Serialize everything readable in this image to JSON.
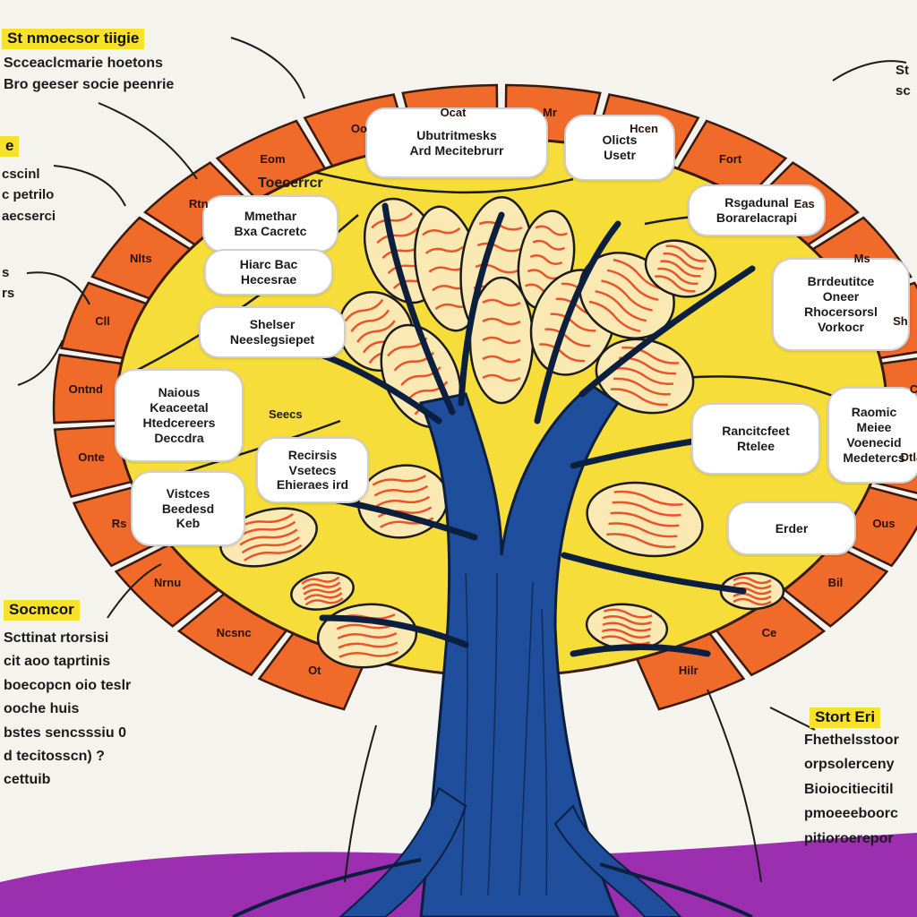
{
  "colors": {
    "background": "#f4f3ee",
    "ring_orange": "#f06a2a",
    "ring_outline": "#3a1a0c",
    "canopy_yellow": "#f6dd3a",
    "trunk_blue": "#1e4e9c",
    "trunk_dark": "#0d1f3f",
    "leaf_cream": "#fbe9b4",
    "leaf_vein": "#e8552a",
    "ground_purple": "#9b2fb0",
    "label_yellow": "#f7e12a"
  },
  "ring_labels": [
    "Ot",
    "Ncsnc",
    "Nrnu",
    "Rs",
    "Onte",
    "Ontnd",
    "Cll",
    "Nlts",
    "Rtn",
    "Eom",
    "Oo",
    "Ocat",
    "Mr",
    "Hcen",
    "Fort",
    "Eas",
    "Ms",
    "Sh",
    "Cll",
    "Dtla",
    "Ous",
    "Bil",
    "Ce",
    "Hilr"
  ],
  "bubbles": [
    {
      "lines": [
        "Ubutritmesks",
        "Ard Mecitebrurr"
      ]
    },
    {
      "lines": [
        "Olicts",
        "Usetr"
      ]
    },
    {
      "lines": [
        "Mmethar",
        "Bxa Cacretc"
      ]
    },
    {
      "lines": [
        "Hiarc Bac",
        "Hecesrae"
      ]
    },
    {
      "lines": [
        "Shelser",
        "Neeslegsiepet"
      ]
    },
    {
      "lines": [
        "Rsgadunal",
        "Borarelacrapi"
      ]
    },
    {
      "lines": [
        "Brrdeutitce",
        "Oneer",
        "Rhocersorsl",
        "Vorkocr"
      ]
    },
    {
      "lines": [
        "Naious",
        "Keaceetal",
        "Htedcereers",
        "Deccdra"
      ]
    },
    {
      "lines": [
        "Recirsis",
        "Vsetecs",
        "Ehieraes ird"
      ]
    },
    {
      "lines": [
        "Rancitcfeet",
        "Rtelee"
      ]
    },
    {
      "lines": [
        "Raomic",
        "Meiee",
        "Voenecid",
        "Medetercs"
      ]
    },
    {
      "lines": [
        "Vistces",
        "Beedesd",
        "Keb"
      ]
    },
    {
      "lines": [
        "Erder"
      ]
    }
  ],
  "canopy_title": "Toecerrcr",
  "canopy_note": "Seecs",
  "side_notes": {
    "top_left": {
      "tag": "St nmoecsor tiigie",
      "lines": [
        "Scceaclcmarie hoetons",
        "Bro geeser socie peenrie"
      ]
    },
    "mid_left": {
      "tag": "e",
      "lines": [
        "cscinl",
        "c petrilo",
        "aecserci"
      ]
    },
    "mid_left_2": {
      "lines": [
        "s",
        "rs"
      ]
    },
    "bottom_left": {
      "tag": "Socmcor",
      "lines": [
        "Scttinat rtorsisi",
        "cit aoo taprtinis",
        "boecopcn oio teslr",
        "ooche huis",
        "bstes sencsssiu 0",
        "d tecitosscn) ?",
        "cettuib"
      ]
    },
    "top_right": {
      "lines": [
        "St",
        "sc"
      ]
    },
    "bottom_right": {
      "tag": "Stort Eri",
      "lines": [
        "Fhethelsstoor",
        "orpsolerceny",
        "Bioiocitiecitil",
        "pmoeeeboorc",
        "pitioroerepor"
      ]
    }
  }
}
